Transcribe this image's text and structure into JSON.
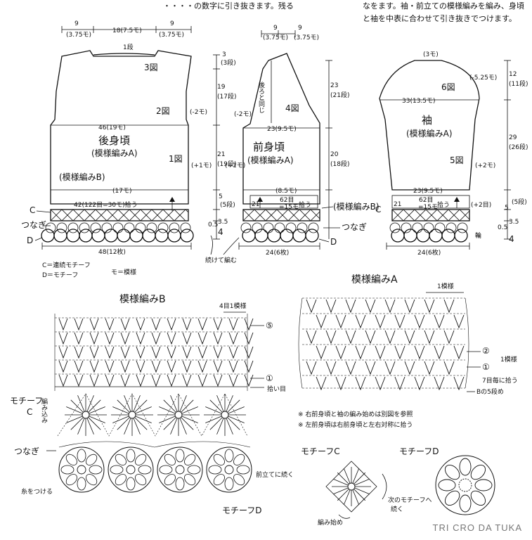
{
  "header": {
    "left_text": "・・・・の数字に引き抜きます。残る",
    "right_line1": "なをます。袖・前立ての模様編みを編み、身頃",
    "right_line2": "と袖を中表に合わせて引き抜きでつけます。"
  },
  "back": {
    "title": "後身頃",
    "subtitle": "(模様編みA)",
    "top_dims": [
      "9",
      "(3.75モ)",
      "18(7.5モ)",
      "9",
      "(3.75モ)"
    ],
    "row_1": "1段",
    "fig3": "3図",
    "fig2": "2図",
    "fig1": "1図",
    "width_46": "46(19モ)",
    "minus2": "(-2モ)",
    "plus1": "(+1モ)",
    "pattern_b": "(模様編みB)",
    "width_17": "(17モ)",
    "pickup": "42(122目=30モ)拾う",
    "bottom": "48(12枚)",
    "label_c": "C",
    "label_join": "つなぎ",
    "label_d": "D"
  },
  "mid_dims": {
    "top3": "3",
    "top3_rows": "(3段)",
    "d19": "19",
    "d19_rows": "(17段)",
    "d21": "21",
    "d21_rows": "(19段)",
    "d5": "5",
    "d5_rows": "(5段)",
    "d05": "0.5",
    "d35": "3.5",
    "d4": "4"
  },
  "front": {
    "top_dims": [
      "9",
      "9",
      "(3.75モ)",
      "(3.75モ)"
    ],
    "same_as_back": "後ろと同じ",
    "fig4": "4図",
    "minus2": "(-2モ)",
    "width_23": "23(9.5モ)",
    "title": "前身頃",
    "subtitle": "(模様編みA)",
    "plus1": "(+1モ)",
    "width_85": "(8.5モ)",
    "pickup21": "21",
    "pickup_stitch": "62目",
    "pickup_motif": "=15モ",
    "pickup_verb": "拾う",
    "bottom": "24(6枚)",
    "label_join": "つなぎ",
    "label_d": "D",
    "d23": "23",
    "d23_rows": "(21段)",
    "d20": "20",
    "d20_rows": "(18段)",
    "d5": "5",
    "d5_rows": "(5段)",
    "d05": "0.5",
    "d35": "3.5",
    "d4": "4",
    "pattern_b_c": "(模様編みB)",
    "label_c": "C"
  },
  "sleeve": {
    "top": "(3モ)",
    "minus525": "(-5.25モ)",
    "fig6": "6図",
    "width_33": "33(13.5モ)",
    "title": "袖",
    "subtitle": "(模様編みA)",
    "fig5": "5図",
    "plus2": "(+2モ)",
    "width_23": "23(9.5モ)",
    "pickup21": "21",
    "pickup_stitch": "62目",
    "pickup_motif": "=15モ",
    "pickup_verb": "拾う",
    "plus2b": "(+2目)",
    "ring": "輪",
    "bottom": "24(6枚)",
    "d12": "12",
    "d12_rows": "(11段)",
    "d29": "29",
    "d29_rows": "(26段)",
    "d5": "5",
    "d5_rows": "(5段)",
    "d05": "0.5",
    "d35": "3.5",
    "d4": "4"
  },
  "legend": {
    "c": "C＝連続モチーフ",
    "d": "D＝モチーフ",
    "mo": "モ＝模様",
    "continue": "続けて編む"
  },
  "pattern_b_chart": {
    "title": "模様編みB",
    "repeat": "4目1模様",
    "row5": "⑤",
    "row1": "①",
    "pickup": "拾い目",
    "motif_c_a": "モチーフ",
    "motif_c_b": "C",
    "knit_into": "編み込み",
    "join": "つなぎ",
    "front_edge": "前立てに続く",
    "attach_yarn": "糸をつける",
    "motif_d": "モチーフD"
  },
  "pattern_a_chart": {
    "title": "模様編みA",
    "repeat": "1模様",
    "row2": "②",
    "row1": "①",
    "one_pattern": "1模様",
    "pickup7": "7目毎に拾う",
    "b5": "Bの5段め",
    "note1": "※ 右前身頃と袖の編み始めは別図を参照",
    "note2": "※ 左前身頃は右前身頃と左右対称に拾う"
  },
  "motif_c": {
    "title": "モチーフC",
    "start": "編み始め",
    "next_a": "次のモチーフへ",
    "next_b": "続く"
  },
  "motif_d": {
    "title": "モチーフD"
  },
  "credit": "TRI CRO DA TUKA"
}
